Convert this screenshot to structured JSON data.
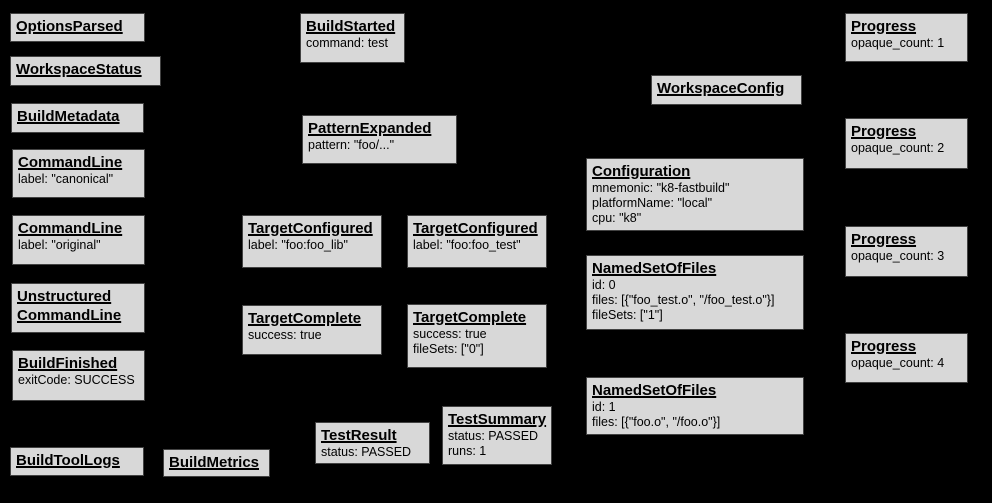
{
  "diagram": {
    "background": "#000000",
    "node_fill": "#d8d8d8",
    "node_border": "#424242",
    "text_color": "#000000"
  },
  "nodes": [
    {
      "title": "OptionsParsed",
      "lines": []
    },
    {
      "title": "WorkspaceStatus",
      "lines": []
    },
    {
      "title": "BuildMetadata",
      "lines": []
    },
    {
      "title": "CommandLine",
      "lines": [
        "label: \"canonical\""
      ]
    },
    {
      "title": "CommandLine",
      "lines": [
        "label: \"original\""
      ]
    },
    {
      "title": "Unstructured CommandLine",
      "lines": []
    },
    {
      "title": "BuildFinished",
      "lines": [
        "exitCode: SUCCESS"
      ]
    },
    {
      "title": "BuildToolLogs",
      "lines": []
    },
    {
      "title": "BuildMetrics",
      "lines": []
    },
    {
      "title": "BuildStarted",
      "lines": [
        "command: test"
      ]
    },
    {
      "title": "PatternExpanded",
      "lines": [
        "pattern: \"foo/...\""
      ]
    },
    {
      "title": "TargetConfigured",
      "lines": [
        "label: \"foo:foo_lib\""
      ]
    },
    {
      "title": "TargetConfigured",
      "lines": [
        "label: \"foo:foo_test\""
      ]
    },
    {
      "title": "TargetComplete",
      "lines": [
        "success: true"
      ]
    },
    {
      "title": "TargetComplete",
      "lines": [
        "success: true",
        "fileSets: [\"0\"]"
      ]
    },
    {
      "title": "TestResult",
      "lines": [
        "status: PASSED"
      ]
    },
    {
      "title": "TestSummary",
      "lines": [
        "status: PASSED",
        "runs: 1"
      ]
    },
    {
      "title": "WorkspaceConfig",
      "lines": []
    },
    {
      "title": "Configuration",
      "lines": [
        "mnemonic: \"k8-fastbuild\"",
        "platformName: \"local\"",
        "cpu: \"k8\""
      ]
    },
    {
      "title": "NamedSetOfFiles",
      "lines": [
        "id: 0",
        "files: [{\"foo_test.o\", \"/foo_test.o\"}]",
        "fileSets: [\"1\"]"
      ]
    },
    {
      "title": "NamedSetOfFiles",
      "lines": [
        "id: 1",
        "files: [{\"foo.o\", \"/foo.o\"}]"
      ]
    },
    {
      "title": "Progress",
      "lines": [
        "opaque_count: 1"
      ]
    },
    {
      "title": "Progress",
      "lines": [
        "opaque_count: 2"
      ]
    },
    {
      "title": "Progress",
      "lines": [
        "opaque_count: 3"
      ]
    },
    {
      "title": "Progress",
      "lines": [
        "opaque_count: 4"
      ]
    }
  ]
}
